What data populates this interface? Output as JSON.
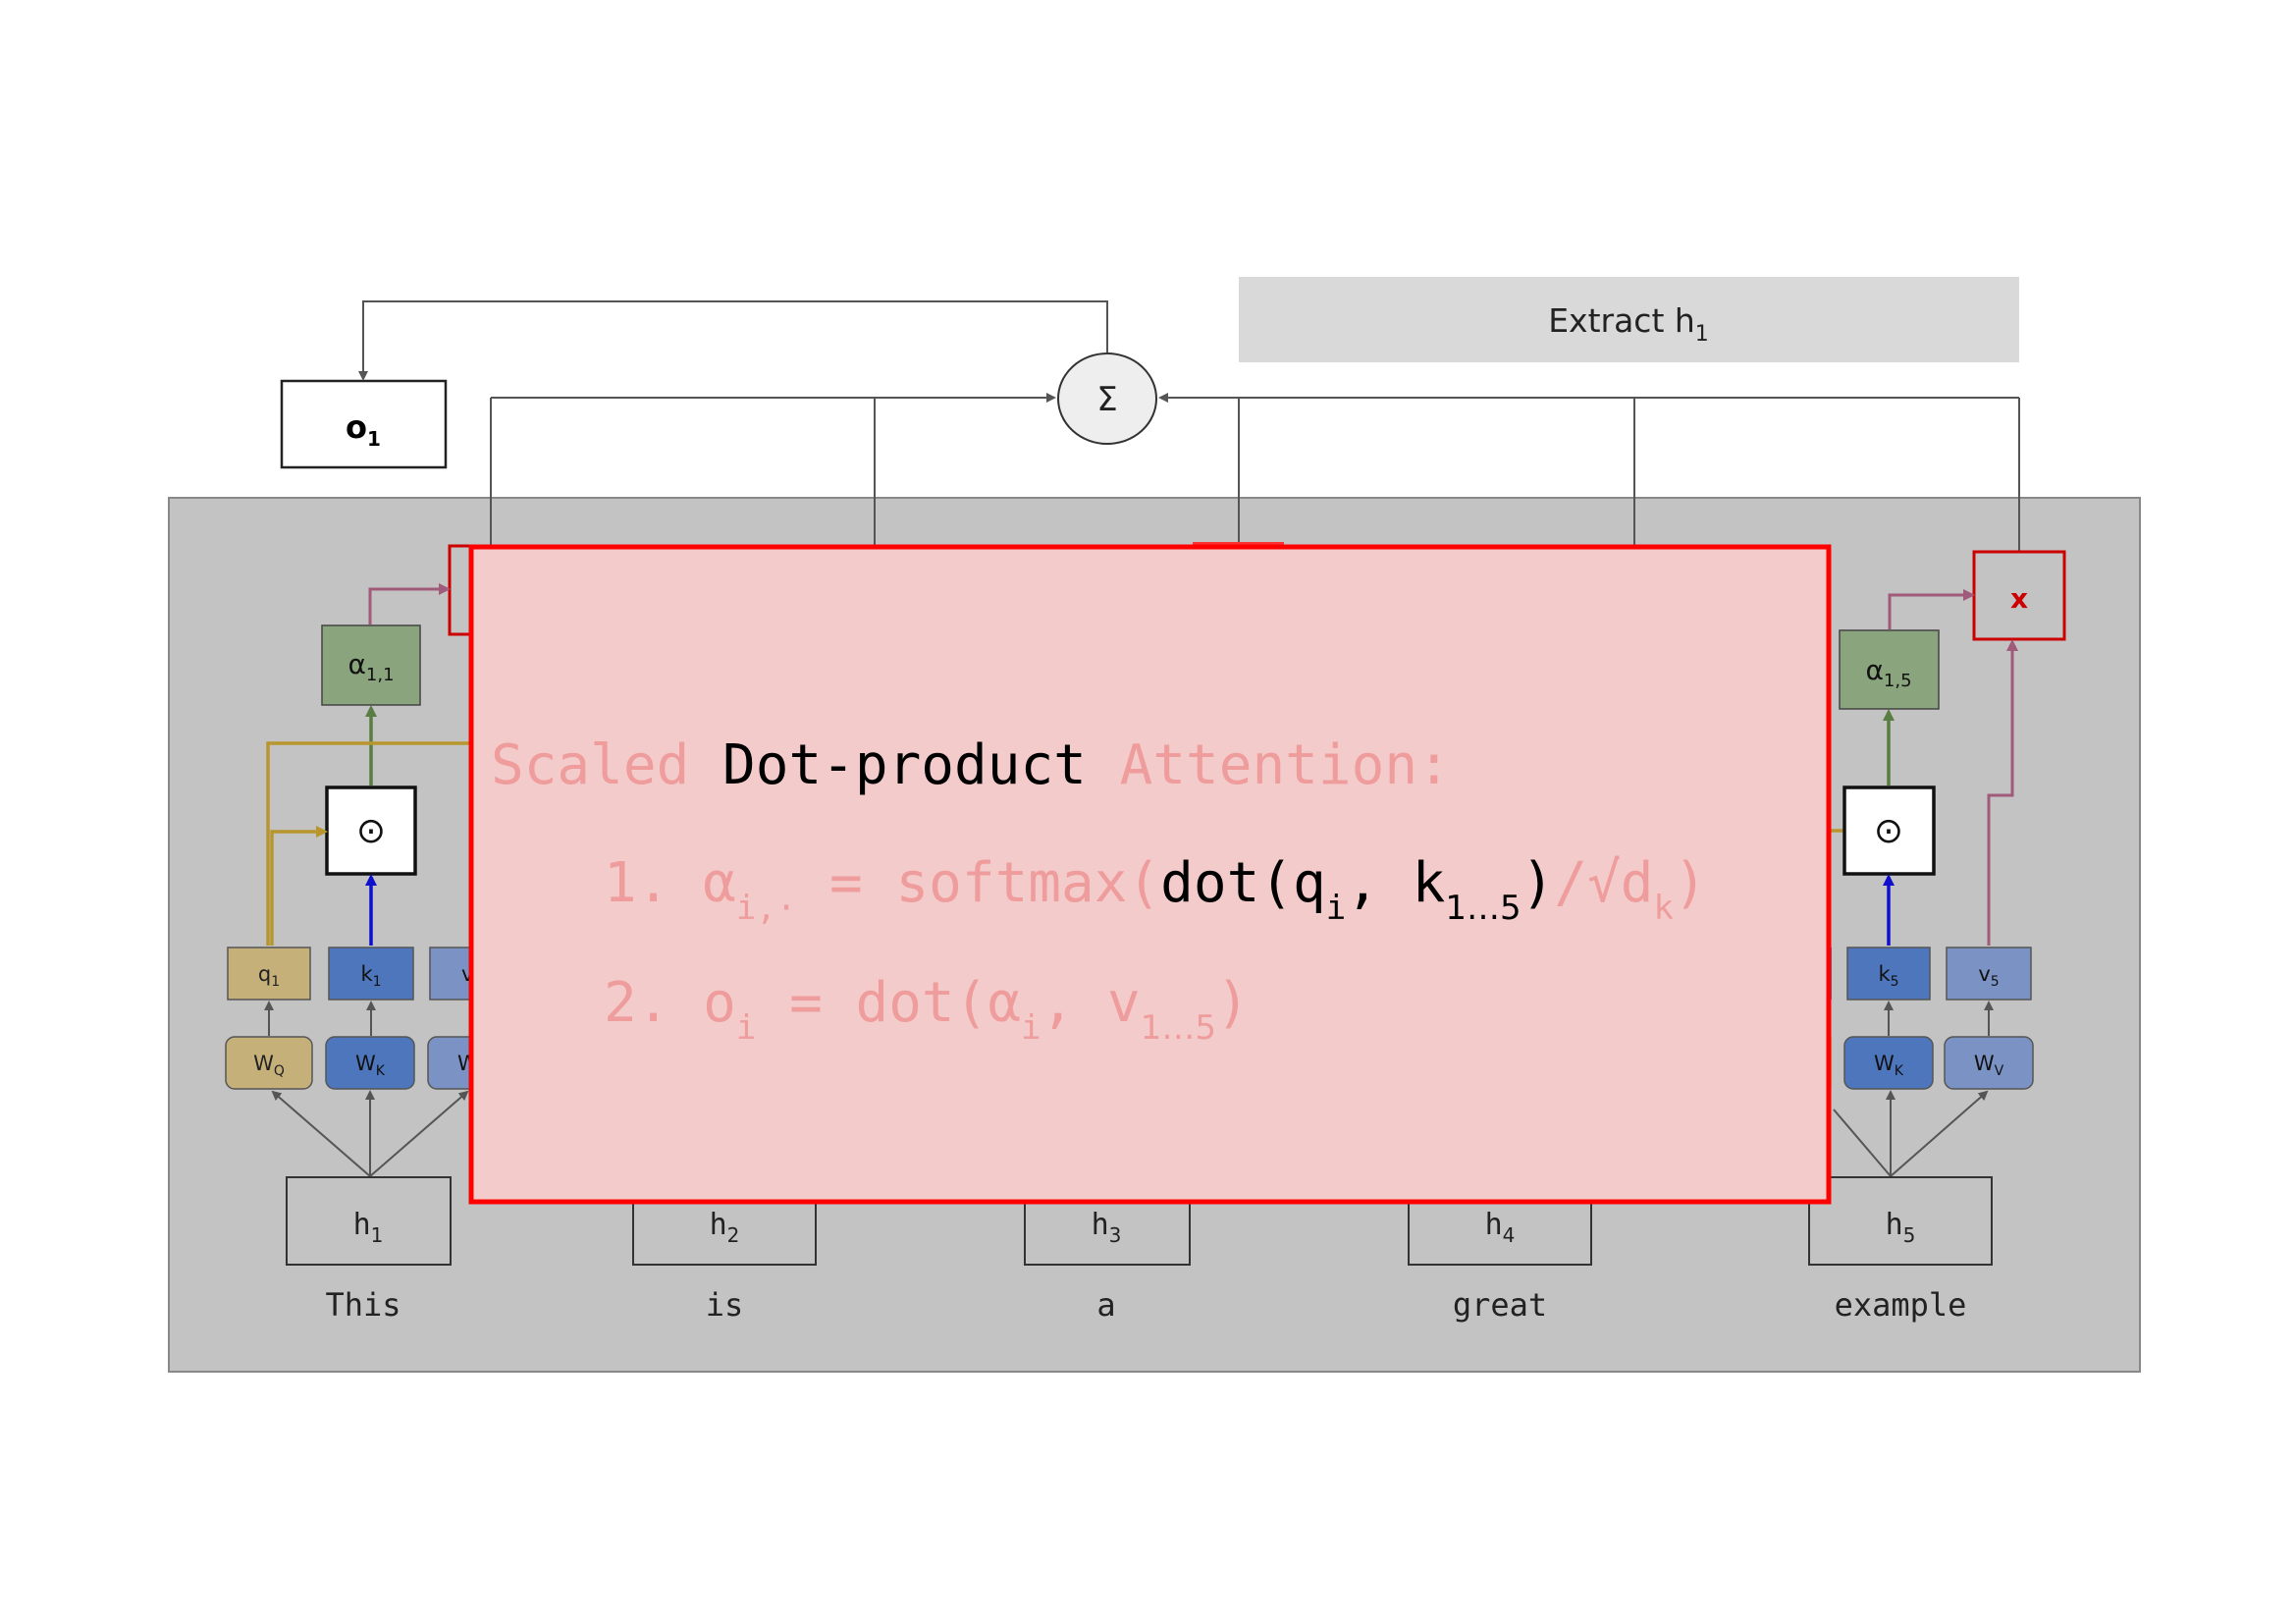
{
  "banner": {
    "text": "Extract h",
    "sub": "1"
  },
  "sum_symbol": "Σ",
  "output": {
    "text": "o",
    "sub": "1"
  },
  "tokens": [
    {
      "word": "This",
      "h": "h",
      "hsub": "1"
    },
    {
      "word": "is",
      "h": "h",
      "hsub": "2"
    },
    {
      "word": "a",
      "h": "h",
      "hsub": "3"
    },
    {
      "word": "great",
      "h": "h",
      "hsub": "4"
    },
    {
      "word": "example",
      "h": "h",
      "hsub": "5"
    }
  ],
  "left_column": {
    "alpha": "α",
    "alpha_sub": "1,1",
    "dot": "⊙",
    "q": "q",
    "q_sub": "1",
    "k": "k",
    "k_sub": "1",
    "v_partial": "v",
    "wq": "W",
    "wq_sub": "Q",
    "wk": "W",
    "wk_sub": "K",
    "wv_partial": "W"
  },
  "right_column": {
    "alpha": "α",
    "alpha_sub": "1,5",
    "dot": "⊙",
    "k": "k",
    "k_sub": "5",
    "v": "v",
    "v_sub": "5",
    "wk": "W",
    "wk_sub": "K",
    "wv": "W",
    "wv_sub": "V",
    "mult": "x"
  },
  "overlay": {
    "title_faded_1": "Scaled ",
    "title_bold": "Dot-product",
    "title_faded_2": " Attention:",
    "eq1": {
      "num": "1.",
      "alpha": " α",
      "alpha_sub": "i,·",
      "eq_softmax": " = softmax(",
      "dot": "dot(q",
      "q_sub": "i",
      "comma_k": ", k",
      "k_sub": "1…5",
      "close": ")",
      "div": "/√d",
      "d_sub": "k",
      "end": ")"
    },
    "eq2": {
      "num": "2.",
      "o": " o",
      "o_sub": "i",
      "rest": " = dot(α",
      "a_sub": "i",
      "comma_v": ", v",
      "v_sub": "1…5",
      "end": ")"
    }
  },
  "colors": {
    "panel": "#c3c3c3",
    "overlay_fill": "#f4cbcb",
    "overlay_border": "#ff0000",
    "faded_text": "#ee9c9c",
    "alpha_box": "#8aa57e",
    "q_box": "#c6b07a",
    "k_box": "#4d76bd",
    "v_box": "#7b93c4",
    "mult_border": "#cc0000",
    "q_line": "#b8962e",
    "k_line": "#1010cc",
    "alpha_line": "#5a7d43",
    "mult_line": "#a05a7a",
    "gray_line": "#555555"
  }
}
